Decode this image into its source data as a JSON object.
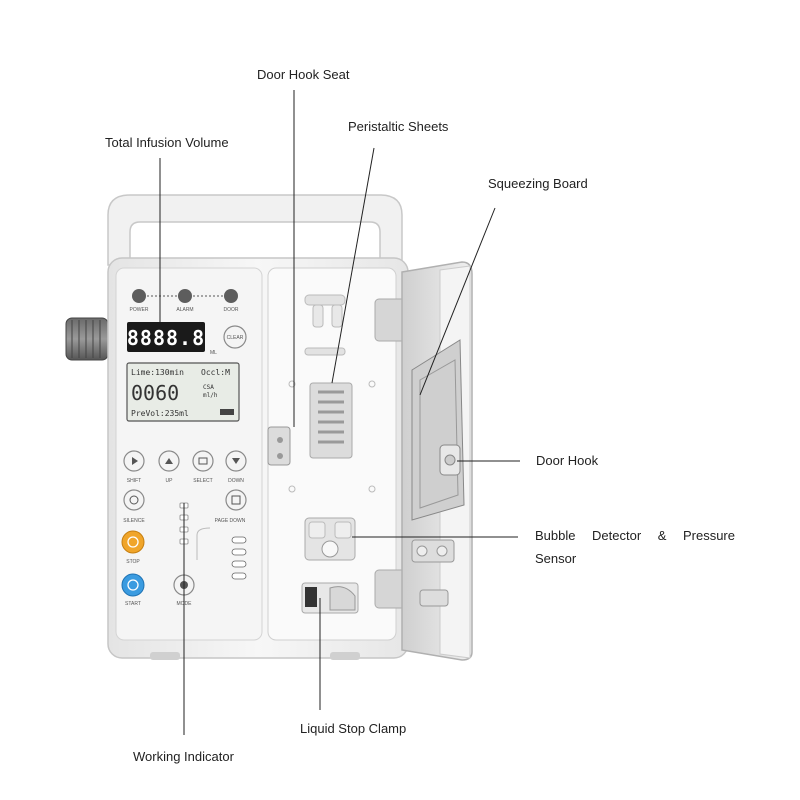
{
  "labels": {
    "door_hook_seat": "Door Hook Seat",
    "total_infusion_volume": "Total Infusion Volume",
    "peristaltic_sheets": "Peristaltic Sheets",
    "squeezing_board": "Squeezing Board",
    "door_hook": "Door Hook",
    "bubble_detector_line1": "Bubble Detector & Pressure",
    "bubble_detector_line2": "Sensor",
    "liquid_stop_clamp": "Liquid Stop Clamp",
    "working_indicator": "Working Indicator"
  },
  "device": {
    "status_labels": [
      "POWER",
      "ALARM",
      "DOOR"
    ],
    "led_display": "8888.8",
    "led_unit": "ML",
    "clear_button": "CLEAR",
    "lcd": {
      "line1_left": "Lime:130min",
      "line1_right": "Occl:M",
      "big_number": "0060",
      "rate_line1": "CSA",
      "rate_line2": "ml/h",
      "line3": "PreVol:235ml"
    },
    "keys": {
      "shift": "SHIFT",
      "up": "UP",
      "select": "SELECT",
      "down": "DOWN",
      "silence": "SILENCE",
      "page_down": "PAGE DOWN",
      "stop": "STOP",
      "start": "START",
      "mode": "MODE"
    }
  },
  "colors": {
    "stop_button": "#f0a52a",
    "start_button": "#3a9be0",
    "led_digits": "#ffffff",
    "led_background": "#1a1a1a",
    "lcd_background": "#e8ece6",
    "body": "#f2f2f2"
  }
}
